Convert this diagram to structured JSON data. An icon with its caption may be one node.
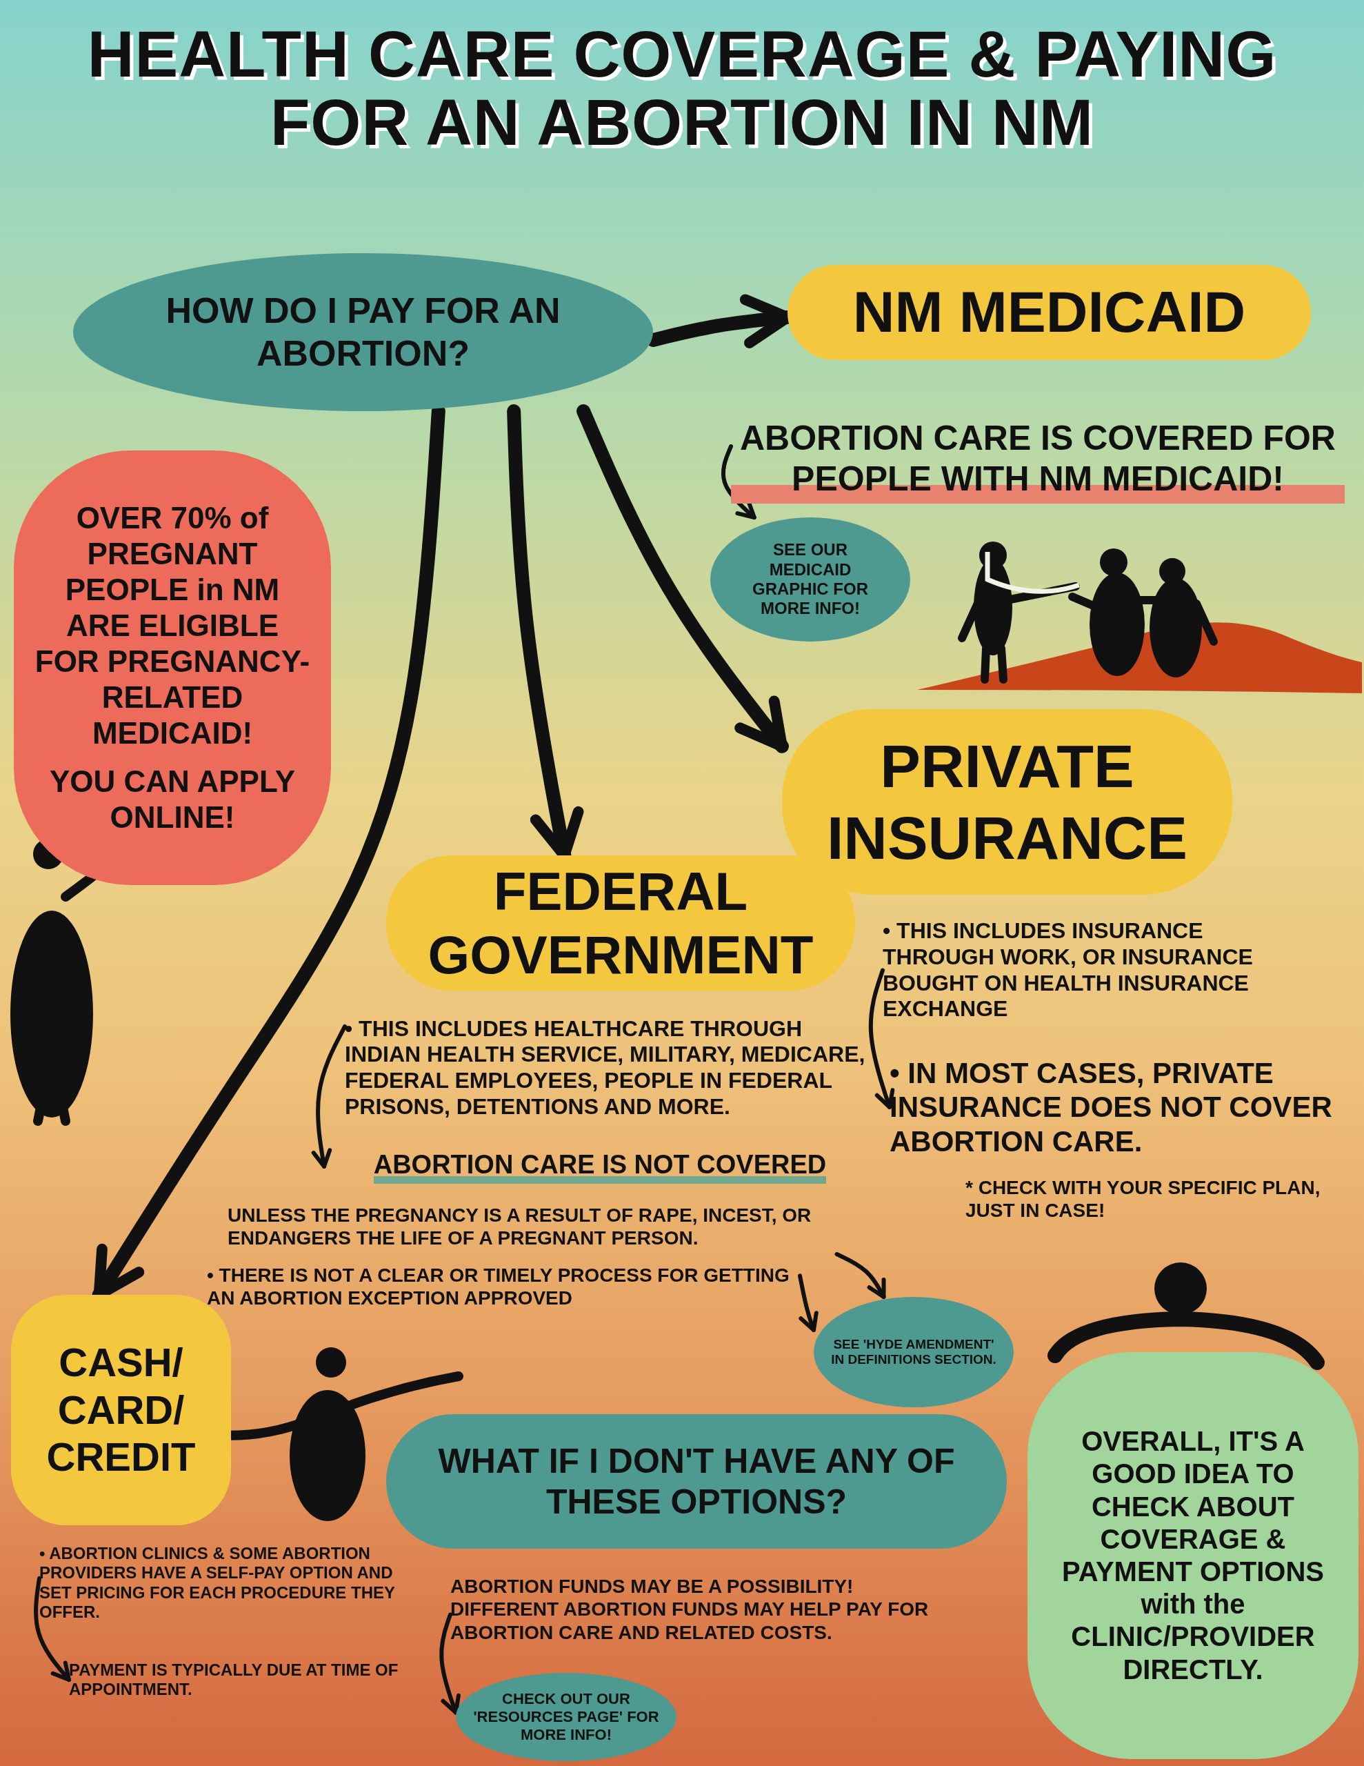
{
  "diagram": {
    "title": "HEALTH CARE COVERAGE & PAYING FOR AN ABORTION IN NM",
    "nodes": [
      {
        "text": [
          "HOW DO I PAY FOR AN ABORTION?"
        ]
      },
      {
        "text": [
          "NM MEDICAID"
        ]
      },
      {
        "text": [
          "ABORTION CARE IS COVERED FOR PEOPLE WITH NM MEDICAID!"
        ]
      },
      {
        "text": [
          "SEE OUR MEDICAID GRAPHIC FOR MORE INFO!"
        ]
      },
      {
        "text": [
          "PRIVATE INSURANCE"
        ]
      },
      {
        "text": [
          "• THIS INCLUDES INSURANCE THROUGH WORK, OR INSURANCE BOUGHT ON HEALTH INSURANCE EXCHANGE"
        ]
      },
      {
        "text": [
          "• IN MOST CASES, PRIVATE INSURANCE DOES NOT COVER ABORTION CARE."
        ]
      },
      {
        "text": [
          "FEDERAL GOVERNMENT"
        ]
      },
      {
        "text": [
          "• THIS INCLUDES HEALTHCARE THROUGH INDIAN HEALTH SERVICE, MILITARY, MEDICARE, FEDERAL EMPLOYEES, PEOPLE IN FEDERAL PRISONS, DETENTIONS AND MORE."
        ]
      },
      {
        "text": [
          "ABORTION CARE IS NOT COVERED"
        ]
      },
      {
        "text": [
          "UNLESS THE PREGNANCY IS A RESULT OF RAPE, INCEST, OR ENDANGERS THE LIFE OF A PREGNANT PERSON."
        ]
      },
      {
        "text": [
          "• THERE IS NOT A CLEAR OR TIMELY PROCESS FOR GETTING AN ABORTION EXCEPTION APPROVED"
        ]
      },
      {
        "text": [
          "SEE 'HYDE AMENDMENT' IN DEFINITIONS SECTION."
        ]
      },
      {
        "text": [
          "OVER 70% of PREGNANT PEOPLE in NM ARE ELIGIBLE FOR PREGNANCY-RELATED MEDICAID!",
          "YOU CAN APPLY ONLINE!"
        ]
      },
      {
        "text": [
          "CASH/ CARD/ CREDIT"
        ]
      },
      {
        "text": [
          "• ABORTION CLINICS & SOME ABORTION PROVIDERS HAVE A SELF-PAY OPTION AND SET PRICING FOR EACH PROCEDURE THEY OFFER."
        ]
      },
      {
        "text": [
          "PAYMENT IS TYPICALLY DUE AT TIME OF APPOINTMENT."
        ]
      },
      {
        "text": [
          "WHAT IF I DON'T HAVE ANY OF THESE OPTIONS?"
        ]
      },
      {
        "text": [
          "ABORTION FUNDS MAY BE A POSSIBILITY! DIFFERENT ABORTION FUNDS MAY HELP PAY FOR ABORTION CARE AND RELATED COSTS."
        ]
      },
      {
        "text": [
          "CHECK OUT OUR 'RESOURCES PAGE' FOR MORE INFO!"
        ]
      },
      {
        "text": [
          "OVERALL, IT'S A GOOD IDEA TO CHECK ABOUT COVERAGE & PAYMENT OPTIONS with the CLINIC/PROVIDER DIRECTLY."
        ]
      }
    ],
    "edges": [
      {
        "from": 0,
        "to": 1,
        "arrow": "to",
        "style": "thick"
      },
      {
        "from": 0,
        "to": 7,
        "arrow": "to",
        "style": "thick"
      },
      {
        "from": 0,
        "to": 4,
        "arrow": "to",
        "style": "thick"
      },
      {
        "from": 0,
        "to": 14,
        "arrow": "to",
        "style": "thick"
      },
      {
        "from": 2,
        "to": 3,
        "arrow": "to"
      },
      {
        "from": 5,
        "to": 6,
        "arrow": "to"
      },
      {
        "from": 8,
        "to": 9,
        "arrow": "to"
      },
      {
        "from": 10,
        "to": 12,
        "arrow": "to"
      },
      {
        "from": 11,
        "to": 12,
        "arrow": "to"
      },
      {
        "from": 15,
        "to": 16,
        "arrow": "to"
      },
      {
        "from": 18,
        "to": 19,
        "arrow": "to"
      }
    ],
    "labels": [
      "* CHECK WITH YOUR SPECIFIC PLAN, JUST IN CASE!"
    ]
  }
}
